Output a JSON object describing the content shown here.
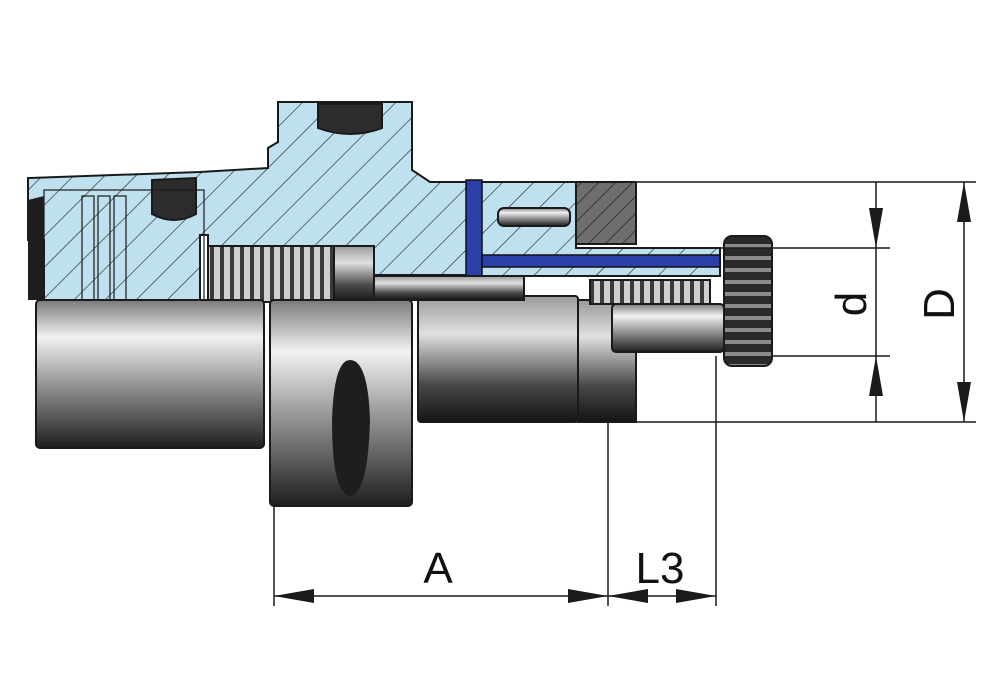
{
  "labels": {
    "a": "A",
    "l3": "L3",
    "d": "d",
    "big_d": "D"
  },
  "colors": {
    "section_fill": "#bfe0ef",
    "coolant_tube": "#2b3fa8",
    "brass": "#e3c98a",
    "steel_light": "#e6e6e6",
    "steel_dark": "#2e2e2e",
    "line": "#1a1a1a"
  }
}
